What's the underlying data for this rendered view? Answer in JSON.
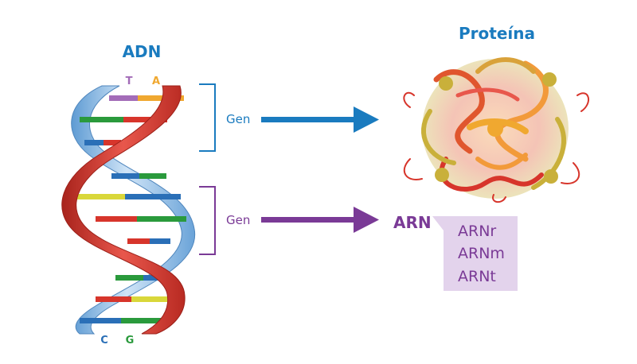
{
  "dna": {
    "title": "ADN",
    "top_bases": [
      "T",
      "A"
    ],
    "bottom_bases": [
      "C",
      "G"
    ]
  },
  "protein": {
    "title": "Proteína"
  },
  "gene_top": {
    "label": "Gen"
  },
  "gene_bottom": {
    "label": "Gen"
  },
  "rna": {
    "title": "ARN",
    "types": [
      "ARNr",
      "ARNm",
      "ARNt"
    ]
  },
  "colors": {
    "blue": "#1a7bbf",
    "purple": "#7a3a96",
    "dna_red": "#d7352b",
    "dna_blue": "#8bbde6",
    "base_T": "#a36cb8",
    "base_A": "#f0a830",
    "base_C": "#2a6fb7",
    "base_G": "#2a9a3c",
    "rna_box": "#e3d3ec"
  }
}
